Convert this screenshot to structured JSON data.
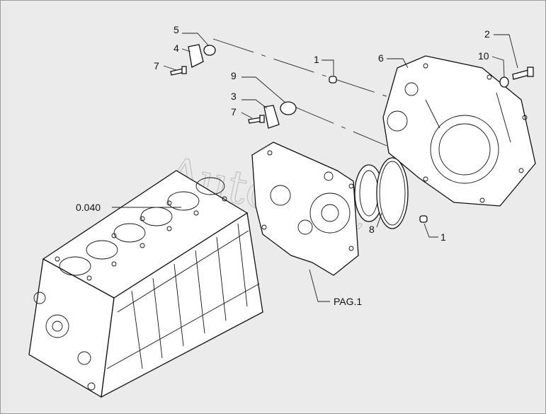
{
  "diagram": {
    "watermark": "AutoSoft",
    "callouts": [
      {
        "id": "c-5",
        "text": "5"
      },
      {
        "id": "c-4",
        "text": "4"
      },
      {
        "id": "c-7a",
        "text": "7"
      },
      {
        "id": "c-9",
        "text": "9"
      },
      {
        "id": "c-3",
        "text": "3"
      },
      {
        "id": "c-7b",
        "text": "7"
      },
      {
        "id": "c-1a",
        "text": "1"
      },
      {
        "id": "c-6",
        "text": "6"
      },
      {
        "id": "c-2",
        "text": "2"
      },
      {
        "id": "c-10",
        "text": "10"
      },
      {
        "id": "c-8",
        "text": "8"
      },
      {
        "id": "c-1b",
        "text": "1"
      },
      {
        "id": "c-0040",
        "text": "0.040"
      },
      {
        "id": "c-pag1",
        "text": "PAG.1"
      }
    ]
  }
}
